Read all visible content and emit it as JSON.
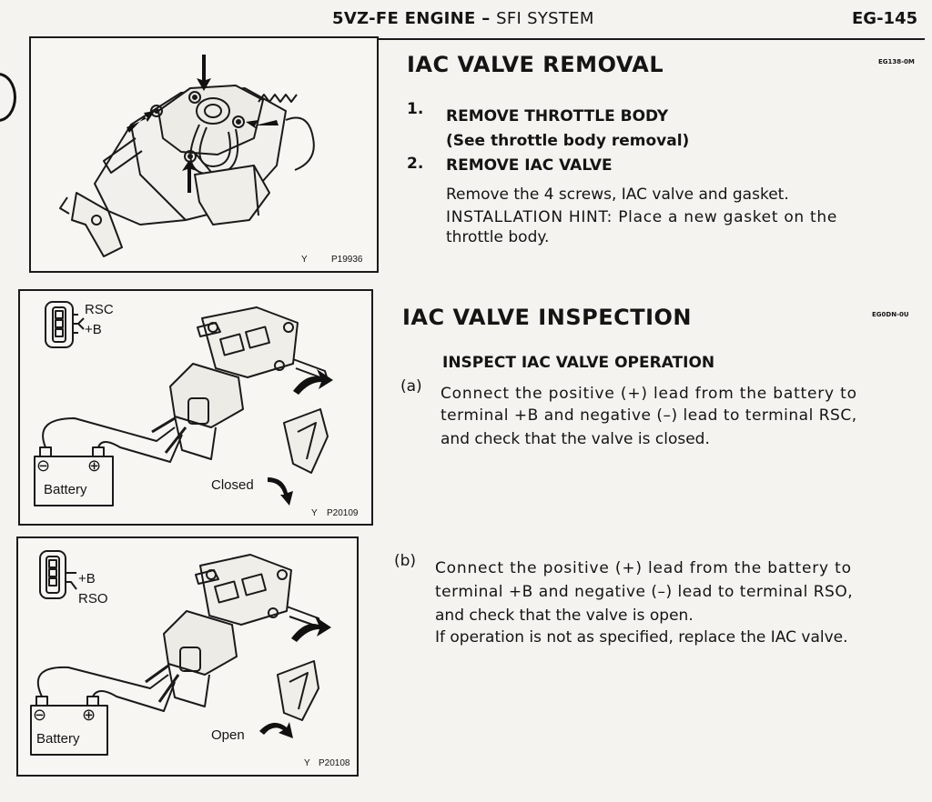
{
  "header": {
    "title": "5VZ-FE ENGINE",
    "separator": "–",
    "subtitle": "SFI SYSTEM",
    "page": "EG-145"
  },
  "removal": {
    "title": "IAC VALVE REMOVAL",
    "code": "EG138-0M",
    "steps": [
      {
        "num": "1.",
        "label": "REMOVE THROTTLE BODY",
        "note": "(See throttle body removal)"
      },
      {
        "num": "2.",
        "label": "REMOVE IAC VALVE",
        "text": "Remove the 4 screws, IAC valve and gasket.",
        "hint_line1": "INSTALLATION HINT: Place a new gasket on the",
        "hint_line2": "throttle body."
      }
    ]
  },
  "inspection": {
    "title": "IAC VALVE INSPECTION",
    "code": "EG0DN-0U",
    "subtitle": "INSPECT IAC VALVE OPERATION",
    "a": {
      "label": "(a)",
      "line1": "Connect the positive (+) lead from the battery to",
      "line2": "terminal +B and negative (–) lead to terminal RSC,",
      "line3": "and check that the valve is closed."
    },
    "b": {
      "label": "(b)",
      "line1": "Connect the positive (+) lead from the battery to",
      "line2": "terminal +B and negative (–) lead to terminal RSO,",
      "line3": "and check that the valve is open.",
      "line4": "If operation is not as specified, replace the IAC valve."
    }
  },
  "figures": {
    "fig1": {
      "mark": "Y",
      "code": "P19936"
    },
    "fig2": {
      "term1": "RSC",
      "term2": "+B",
      "neg": "⊖",
      "pos": "⊕",
      "battery": "Battery",
      "state": "Closed",
      "mark": "Y",
      "code": "P20109"
    },
    "fig3": {
      "term1": "+B",
      "term2": "RSO",
      "neg": "⊖",
      "pos": "⊕",
      "battery": "Battery",
      "state": "Open",
      "mark": "Y",
      "code": "P20108"
    }
  }
}
